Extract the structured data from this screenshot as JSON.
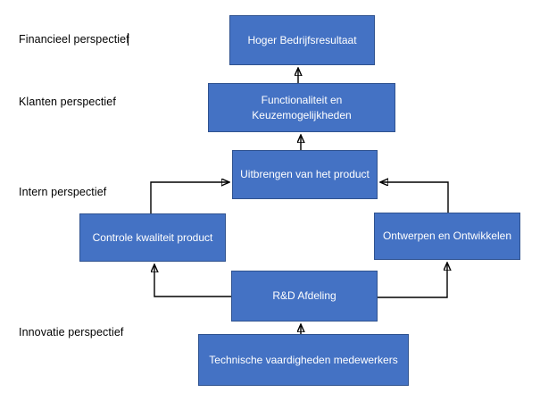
{
  "diagram": {
    "perspective_labels": [
      {
        "label": "Financieel perspectief",
        "has_text_cursor": true
      },
      {
        "label": "Klanten perspectief"
      },
      {
        "label": "Intern perspectief"
      },
      {
        "label": "Innovatie perspectief"
      }
    ],
    "nodes": [
      {
        "id": "hoger-bedrijfsresultaat",
        "label": "Hoger Bedrijfsresultaat"
      },
      {
        "id": "functionaliteit-en-keuzemogelijkheden",
        "label": "Functionaliteit en Keuzemogelijkheden"
      },
      {
        "id": "uitbrengen-van-het-product",
        "label": "Uitbrengen van het product"
      },
      {
        "id": "controle-kwaliteit-product",
        "label": "Controle kwaliteit product"
      },
      {
        "id": "ontwerpen-en-ontwikkelen",
        "label": "Ontwerpen en Ontwikkelen"
      },
      {
        "id": "rd-afdeling",
        "label": "R&D Afdeling"
      },
      {
        "id": "technische-vaardigheden-medewerkers",
        "label": "Technische vaardigheden medewerkers"
      }
    ],
    "edges": [
      {
        "from": "functionaliteit-en-keuzemogelijkheden",
        "to": "hoger-bedrijfsresultaat"
      },
      {
        "from": "uitbrengen-van-het-product",
        "to": "functionaliteit-en-keuzemogelijkheden"
      },
      {
        "from": "controle-kwaliteit-product",
        "to": "uitbrengen-van-het-product"
      },
      {
        "from": "ontwerpen-en-ontwikkelen",
        "to": "uitbrengen-van-het-product"
      },
      {
        "from": "rd-afdeling",
        "to": "controle-kwaliteit-product"
      },
      {
        "from": "rd-afdeling",
        "to": "ontwerpen-en-ontwikkelen"
      },
      {
        "from": "technische-vaardigheden-medewerkers",
        "to": "rd-afdeling"
      }
    ],
    "colors": {
      "node_fill": "#4472c4",
      "node_border": "#2f528f",
      "node_text": "#ffffff",
      "arrow": "#000000",
      "label_text": "#000000",
      "background": "#ffffff"
    }
  }
}
